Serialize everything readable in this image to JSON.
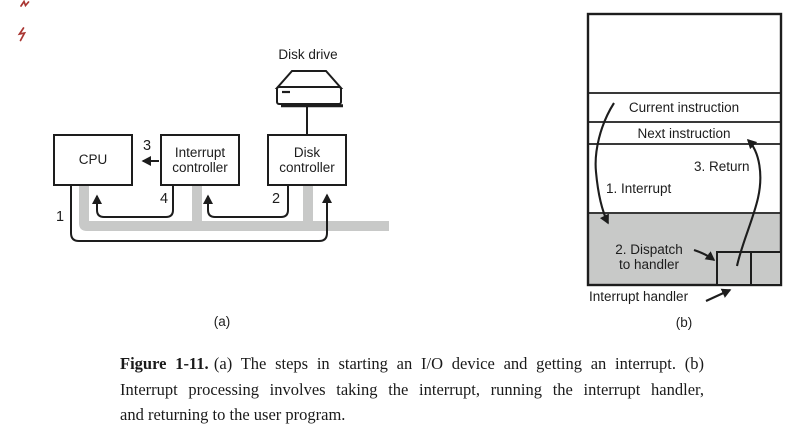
{
  "figure": {
    "panel_a": {
      "caption_label": "(a)",
      "disk_drive_label": "Disk drive",
      "cpu_label": "CPU",
      "interrupt_controller_label": "Interrupt controller",
      "disk_controller_label": "Disk controller",
      "steps": {
        "s1": "1",
        "s2": "2",
        "s3": "3",
        "s4": "4"
      }
    },
    "panel_b": {
      "caption_label": "(b)",
      "current_instruction_label": "Current instruction",
      "next_instruction_label": "Next instruction",
      "interrupt_label": "1. Interrupt",
      "return_label": "3. Return",
      "dispatch_line1": "2. Dispatch",
      "dispatch_line2": "to handler",
      "interrupt_handler_label": "Interrupt handler"
    },
    "caption": {
      "figure_number": "Figure 1-11.",
      "line1_rest": "(a) The steps in starting an I/O device and getting an interrupt.  (b)",
      "line2": "Interrupt processing involves taking the interrupt, running the interrupt handler,",
      "line3": "and returning to the user program."
    },
    "colors": {
      "bus_gray": "#c8c9c8",
      "ink": "#1d1d1d",
      "red_mark": "#a93531"
    }
  }
}
